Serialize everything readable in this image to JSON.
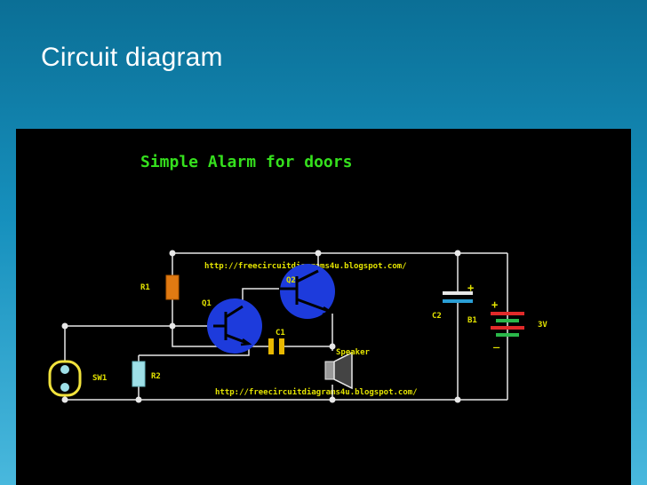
{
  "slide": {
    "title": "Circuit diagram"
  },
  "diagram": {
    "title": "Simple Alarm for doors",
    "url_top": "http://freecircuitdiagrams4u.blogspot.com/",
    "url_bottom": "http://freecircuitdiagrams4u.blogspot.com/",
    "labels": {
      "r1": "R1",
      "r2": "R2",
      "q1": "Q1",
      "q2": "Q2",
      "c1": "C1",
      "c2": "C2",
      "b1": "B1",
      "sw1": "SW1",
      "speaker": "Speaker",
      "voltage": "3V",
      "plus_c2": "+",
      "plus_b1": "+",
      "minus_b1": "_"
    },
    "colors": {
      "wire": "#e8e8e8",
      "title_green": "#35e01d",
      "label_yellow": "#e3e300",
      "transistor": "#1d3bdc",
      "resistor_r1": "#e07a12",
      "resistor_r2": "#9ee0e8",
      "capacitor": "#e8b800",
      "switch": "#f1e23c",
      "battery_red": "#e12a2a",
      "battery_green": "#2ab84a"
    }
  }
}
